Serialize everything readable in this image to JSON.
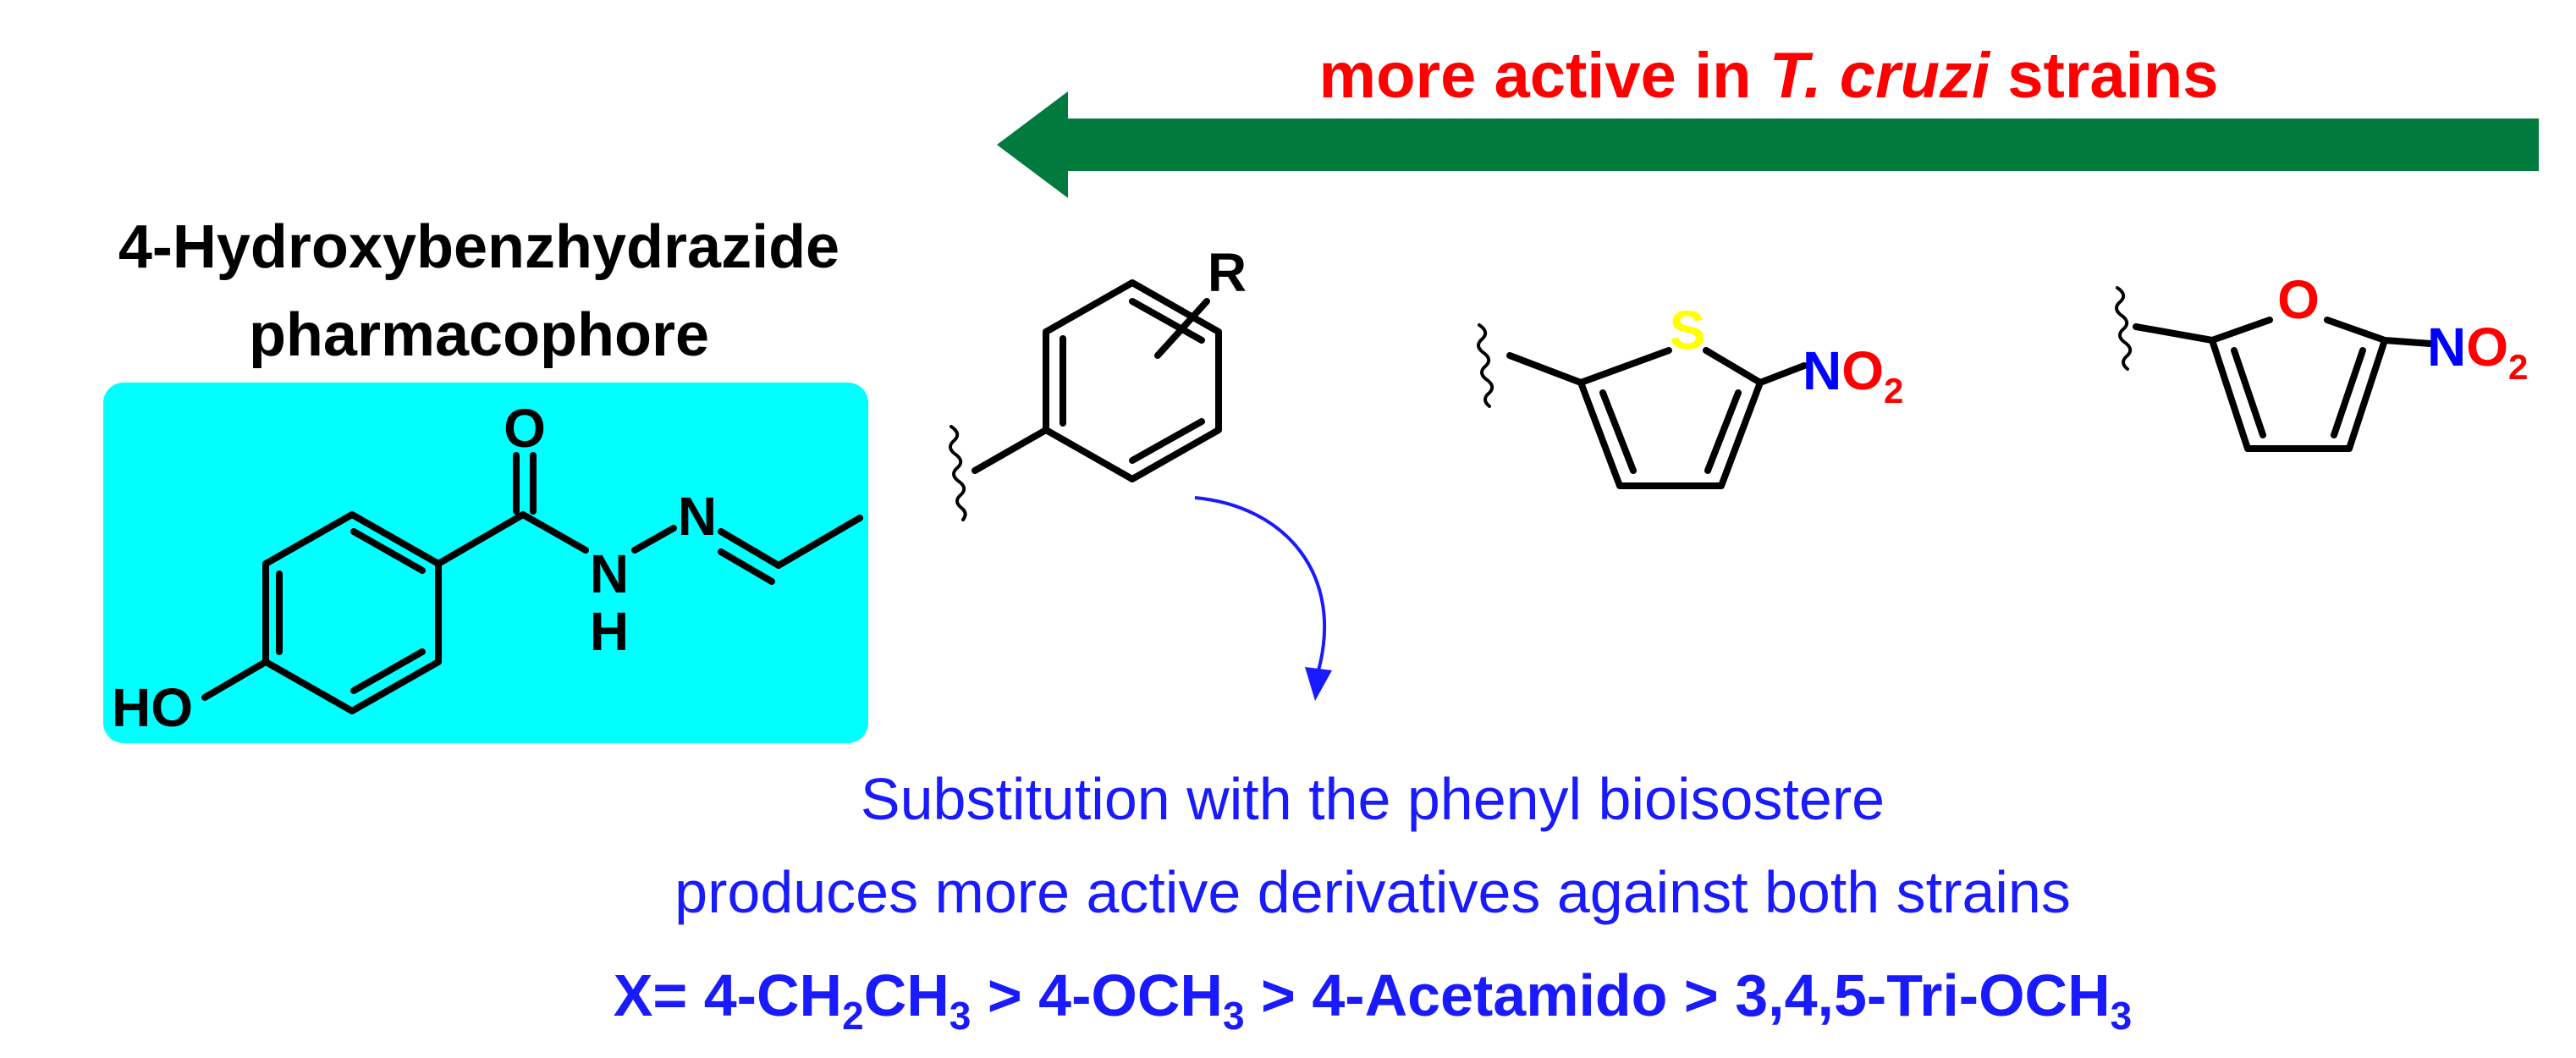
{
  "header": {
    "arrow_label_part1": "more active in ",
    "arrow_label_species": "T. cruzi",
    "arrow_label_part2": " strains"
  },
  "pharmacophore": {
    "title_line1": "4-Hydroxybenzhydrazide",
    "title_line2": "pharmacophore",
    "atoms": {
      "carbonyl_o": "O",
      "imine_n": "N",
      "amide_n": "N",
      "amide_h": "H",
      "hydroxyl": "HO"
    }
  },
  "fragments": {
    "phenyl": {
      "substituent": "R"
    },
    "nitrothiophene": {
      "heteroatom": "S",
      "nitro_n": "N",
      "nitro_o": "O",
      "nitro_sub": "2"
    },
    "nitrofuran": {
      "heteroatom": "O",
      "nitro_n": "N",
      "nitro_o": "O",
      "nitro_sub": "2"
    }
  },
  "caption": {
    "line1": "Substitution with the phenyl bioisostere",
    "line2": "produces more active derivatives against both strains",
    "order": {
      "p1": "X= 4-CH",
      "s1": "2",
      "p2": "CH",
      "s2": "3",
      "p3": " > 4-OCH",
      "s3": "3",
      "p4": " > 4-Acetamido > 3,4,5-Tri-OCH",
      "s4": "3"
    }
  },
  "colors": {
    "arrow_green": "#007a3d",
    "label_red": "#ff0000",
    "caption_blue": "#1a1aff",
    "panel_cyan": "#00ffff",
    "sulfur_yellow": "#ffff00",
    "nitrogen_blue": "#0000ff",
    "oxygen_red": "#ff0000"
  }
}
